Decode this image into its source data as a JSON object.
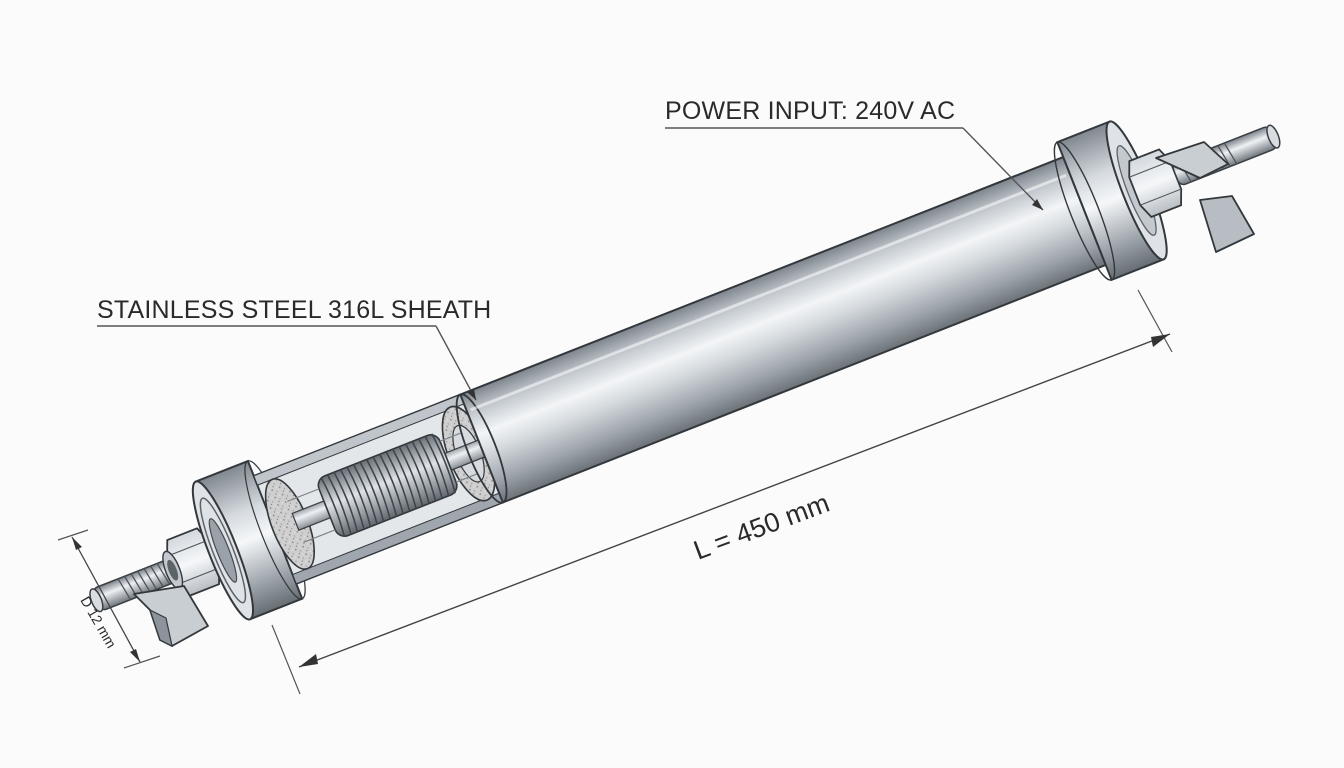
{
  "labels": {
    "power_input": "POWER INPUT: 240V AC",
    "sheath": "STAINLESS STEEL 316L SHEATH",
    "length": "L = 450 mm",
    "diameter": "D 12 mm"
  },
  "colors": {
    "background": "#fbfbfb",
    "ink": "#2a2a2a",
    "steel_dark": "#6e757c",
    "steel_mid": "#aab1b8",
    "steel_light": "#eef1f4",
    "insulation": "#c9c9c9"
  },
  "icons": {
    "element": "tubular-heater-element",
    "terminal": "threaded-terminal-with-nut"
  }
}
